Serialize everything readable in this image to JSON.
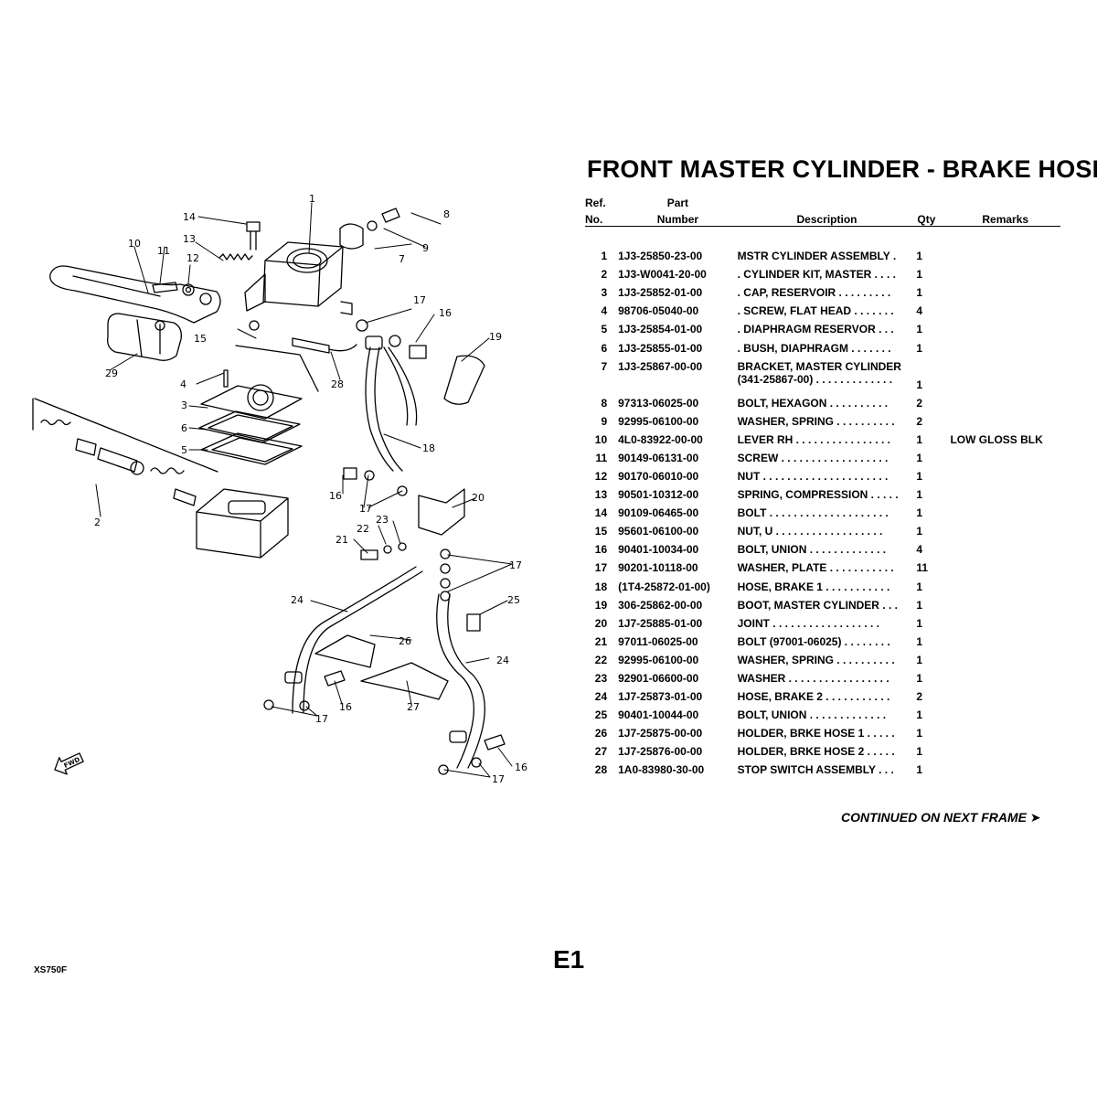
{
  "title": "FRONT MASTER CYLINDER - BRAKE HOSE",
  "table": {
    "headers": {
      "ref_top": "Ref.",
      "ref_bottom": "No.",
      "part_top": "Part",
      "part_bottom": "Number",
      "description": "Description",
      "qty": "Qty",
      "remarks": "Remarks"
    },
    "rows": [
      {
        "ref": "1",
        "part": "1J3-25850-23-00",
        "desc": "MSTR CYLINDER ASSEMBLY  .",
        "qty": "1",
        "remarks": ""
      },
      {
        "ref": "2",
        "part": "1J3-W0041-20-00",
        "desc": ". CYLINDER KIT, MASTER  . . . .",
        "qty": "1",
        "remarks": ""
      },
      {
        "ref": "3",
        "part": "1J3-25852-01-00",
        "desc": ". CAP, RESERVOIR  . . . . . . . . .",
        "qty": "1",
        "remarks": ""
      },
      {
        "ref": "4",
        "part": "98706-05040-00",
        "desc": ". SCREW, FLAT HEAD  . . . . . . .",
        "qty": "4",
        "remarks": ""
      },
      {
        "ref": "5",
        "part": "1J3-25854-01-00",
        "desc": ". DIAPHRAGM RESERVOR  . . .",
        "qty": "1",
        "remarks": ""
      },
      {
        "ref": "6",
        "part": "1J3-25855-01-00",
        "desc": ". BUSH, DIAPHRAGM  . . . . . . .",
        "qty": "1",
        "remarks": ""
      },
      {
        "ref": "7",
        "part": "1J3-25867-00-00",
        "desc": "BRACKET, MASTER CYLINDER",
        "desc2": "(341-25867-00)  . . . . . . . . . . . . .",
        "qty": "1",
        "remarks": ""
      },
      {
        "ref": "8",
        "part": "97313-06025-00",
        "desc": "BOLT, HEXAGON  . . . . . . . . . .",
        "qty": "2",
        "remarks": ""
      },
      {
        "ref": "9",
        "part": "92995-06100-00",
        "desc": "WASHER, SPRING  . . . . . . . . . .",
        "qty": "2",
        "remarks": ""
      },
      {
        "ref": "10",
        "part": "4L0-83922-00-00",
        "desc": "LEVER RH  . . . . . . . . . . . . . . . .",
        "qty": "1",
        "remarks": "LOW GLOSS BLK"
      },
      {
        "ref": "11",
        "part": "90149-06131-00",
        "desc": "SCREW  . . . . . . . . . . . . . . . . . .",
        "qty": "1",
        "remarks": ""
      },
      {
        "ref": "12",
        "part": "90170-06010-00",
        "desc": "NUT  . . . . . . . . . . . . . . . . . . . . .",
        "qty": "1",
        "remarks": ""
      },
      {
        "ref": "13",
        "part": "90501-10312-00",
        "desc": "SPRING, COMPRESSION  . . . . .",
        "qty": "1",
        "remarks": ""
      },
      {
        "ref": "14",
        "part": "90109-06465-00",
        "desc": "BOLT  . . . . . . . . . . . . . . . . . . . .",
        "qty": "1",
        "remarks": ""
      },
      {
        "ref": "15",
        "part": "95601-06100-00",
        "desc": "NUT, U  . . . . . . . . . . . . . . . . . .",
        "qty": "1",
        "remarks": ""
      },
      {
        "ref": "16",
        "part": "90401-10034-00",
        "desc": "BOLT, UNION  . . . . . . . . . . . . .",
        "qty": "4",
        "remarks": ""
      },
      {
        "ref": "17",
        "part": "90201-10118-00",
        "desc": "WASHER, PLATE  . . . . . . . . . . .",
        "qty": "11",
        "remarks": ""
      },
      {
        "ref": "18",
        "part": "(1T4-25872-01-00)",
        "desc": "HOSE, BRAKE 1  . . . . . . . . . . .",
        "qty": "1",
        "remarks": ""
      },
      {
        "ref": "19",
        "part": "306-25862-00-00",
        "desc": "BOOT, MASTER CYLINDER  . . .",
        "qty": "1",
        "remarks": ""
      },
      {
        "ref": "20",
        "part": "1J7-25885-01-00",
        "desc": "JOINT  . . . . . . . . . . . . . . . . . .",
        "qty": "1",
        "remarks": ""
      },
      {
        "ref": "21",
        "part": "97011-06025-00",
        "desc": "BOLT (97001-06025)  . . . . . . . .",
        "qty": "1",
        "remarks": ""
      },
      {
        "ref": "22",
        "part": "92995-06100-00",
        "desc": "WASHER, SPRING  . . . . . . . . . .",
        "qty": "1",
        "remarks": ""
      },
      {
        "ref": "23",
        "part": "92901-06600-00",
        "desc": "WASHER  . . . . . . . . . . . . . . . . .",
        "qty": "1",
        "remarks": ""
      },
      {
        "ref": "24",
        "part": "1J7-25873-01-00",
        "desc": "HOSE, BRAKE 2  . . . . . . . . . . .",
        "qty": "2",
        "remarks": ""
      },
      {
        "ref": "25",
        "part": "90401-10044-00",
        "desc": "BOLT, UNION  . . . . . . . . . . . . .",
        "qty": "1",
        "remarks": ""
      },
      {
        "ref": "26",
        "part": "1J7-25875-00-00",
        "desc": "HOLDER, BRKE HOSE 1  . . . . .",
        "qty": "1",
        "remarks": ""
      },
      {
        "ref": "27",
        "part": "1J7-25876-00-00",
        "desc": "HOLDER, BRKE HOSE 2  . . . . .",
        "qty": "1",
        "remarks": ""
      },
      {
        "ref": "28",
        "part": "1A0-83980-30-00",
        "desc": "STOP SWITCH ASSEMBLY  . . .",
        "qty": "1",
        "remarks": ""
      }
    ]
  },
  "continued": "CONTINUED ON NEXT FRAME ➤",
  "page_code": "E1",
  "model_code": "XS750F",
  "diagram": {
    "callouts": [
      "1",
      "2",
      "3",
      "4",
      "5",
      "6",
      "7",
      "8",
      "9",
      "10",
      "11",
      "12",
      "13",
      "14",
      "15",
      "16",
      "16",
      "16",
      "16",
      "17",
      "17",
      "17",
      "17",
      "17",
      "18",
      "19",
      "20",
      "21",
      "22",
      "23",
      "24",
      "24",
      "25",
      "26",
      "27",
      "28",
      "29"
    ],
    "fwd_label": "FWD"
  }
}
